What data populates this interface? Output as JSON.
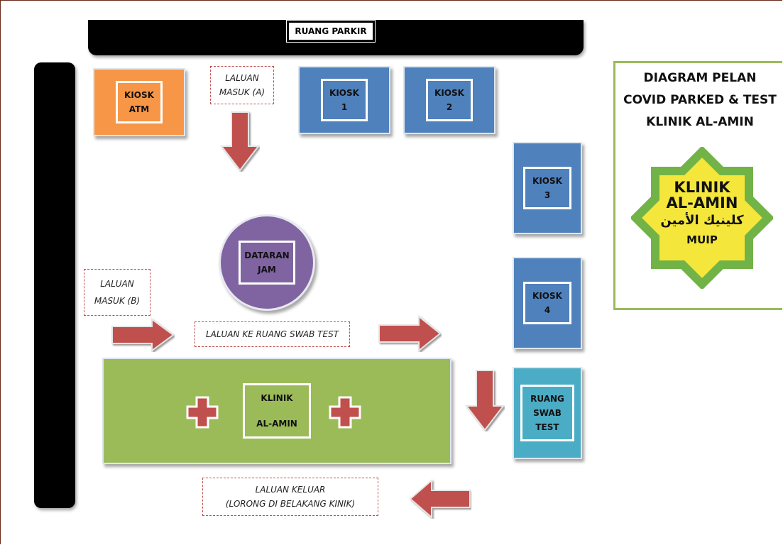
{
  "parking": {
    "label": "RUANG PARKIR"
  },
  "kiosks": {
    "atm": "KIOSK\nATM",
    "k1": "KIOSK\n1",
    "k2": "KIOSK\n2",
    "k3": "KIOSK\n3",
    "k4": "KIOSK\n4"
  },
  "routes": {
    "entry_a": "LALUAN\nMASUK (A)",
    "entry_b": "LALUAN\n\nMASUK (B)",
    "to_swab": "LALUAN KE RUANG SWAB TEST",
    "exit": "LALUAN KELUAR\n(LORONG DI BELAKANG KINIK)"
  },
  "plaza": {
    "label": "DATARAN\nJAM"
  },
  "clinic": {
    "label": "KLINIK\n\nAL-AMIN"
  },
  "swab_room": {
    "label": "RUANG\nSWAB\nTEST"
  },
  "title_panel": {
    "line1": "DIAGRAM PELAN",
    "line2": "COVID  PARKED & TEST",
    "line3": "KLINIK AL-AMIN"
  },
  "logo": {
    "line1": "KLINIK",
    "line2": "AL-AMIN",
    "arabic": "كلينيك الأمين",
    "muip": "MUIP"
  },
  "colors": {
    "kiosk_blue": "#4f81bd",
    "atm_orange": "#f79646",
    "clinic_green": "#9bbb59",
    "plaza_purple": "#8064a2",
    "swab_cyan": "#4bacc6",
    "arrow_red": "#c0504d",
    "logo_green": "#71b347",
    "logo_yellow": "#f5e63c"
  }
}
